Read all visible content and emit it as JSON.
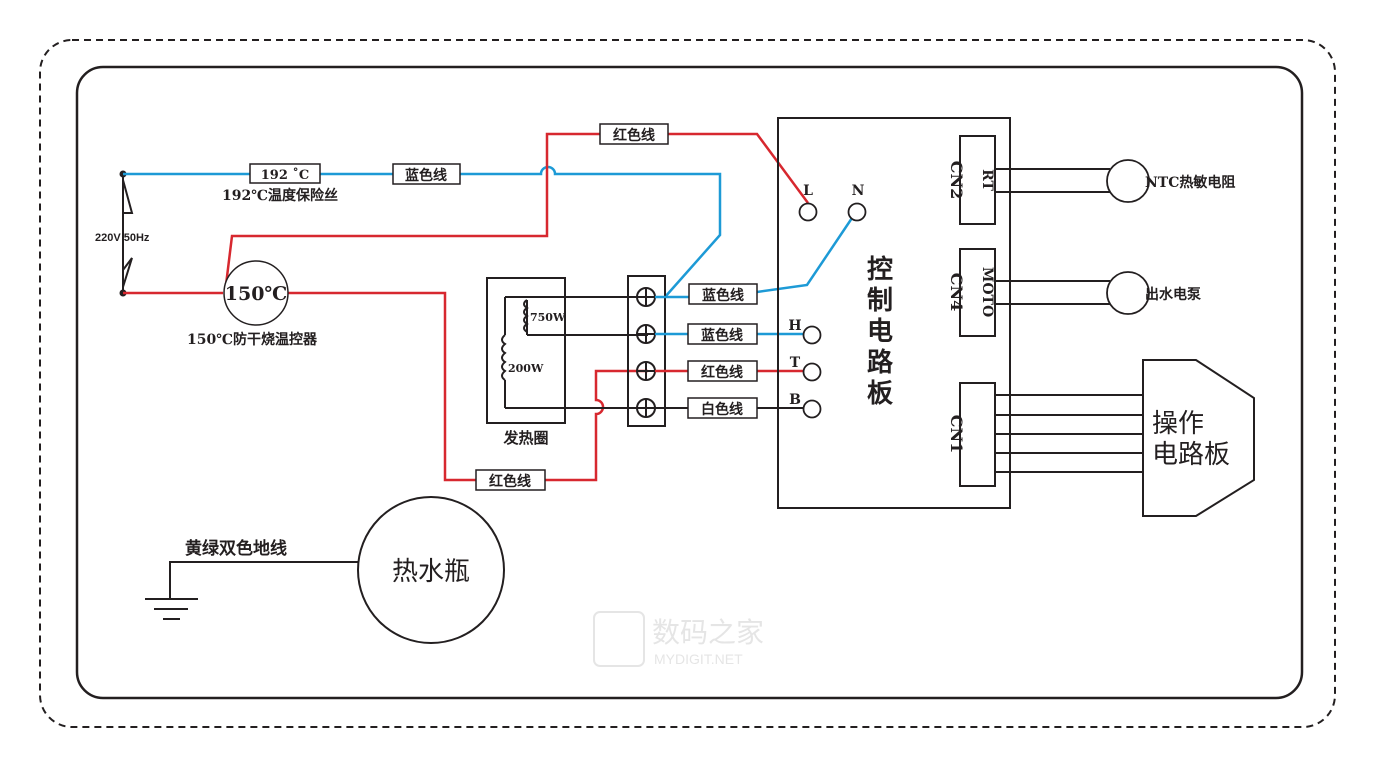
{
  "power": {
    "label": "220V 50Hz"
  },
  "fuse": {
    "value": "192 ˚C",
    "caption": "192℃温度保险丝"
  },
  "thermostat": {
    "value": "150℃",
    "caption": "150℃防干烧温控器"
  },
  "heater": {
    "caption": "发热圈",
    "coil_main": "750W",
    "coil_aux": "200W"
  },
  "wire_labels": {
    "blue_top": "蓝色线",
    "red_top": "红色线",
    "blue_1": "蓝色线",
    "blue_2": "蓝色线",
    "red_t": "红色线",
    "white_b": "白色线",
    "red_bottom": "红色线"
  },
  "control_board": {
    "title": "控制电路板",
    "pins": {
      "L": "L",
      "N": "N",
      "H": "H",
      "T": "T",
      "B": "B"
    }
  },
  "connectors": {
    "cn2": {
      "name": "CN2",
      "inner": "RT",
      "device": "NTC热敏电阻"
    },
    "cn4": {
      "name": "CN4",
      "inner": "MOTO",
      "device": "出水电泵"
    },
    "cn1": {
      "name": "CN1",
      "device_line1": "操作",
      "device_line2": "电路板"
    }
  },
  "ground": {
    "label": "黄绿双色地线",
    "appliance": "热水瓶"
  },
  "watermark": {
    "cn": "数码之家",
    "en": "MYDIGIT.NET"
  },
  "colors": {
    "live": "#d7282f",
    "neutral": "#1d9ad6",
    "line": "#231f20"
  }
}
